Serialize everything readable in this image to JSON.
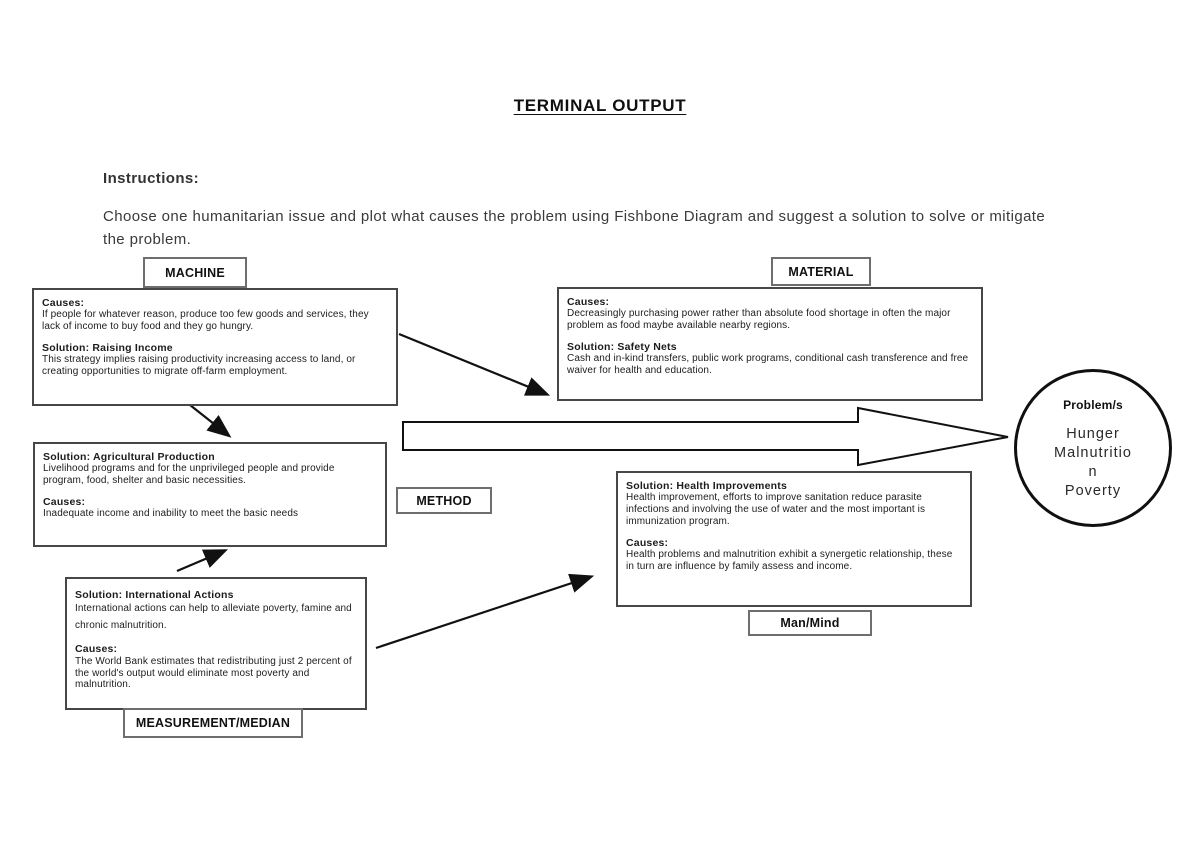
{
  "title": "TERMINAL OUTPUT",
  "instructions": {
    "heading": "Instructions:",
    "body": "Choose one humanitarian issue and plot what causes the problem using Fishbone Diagram and suggest a solution to solve or mitigate the problem."
  },
  "labels": {
    "machine": "MACHINE",
    "material": "MATERIAL",
    "method": "METHOD",
    "man_mind": "Man/Mind",
    "measurement": "MEASUREMENT/MEDIAN"
  },
  "boxes": {
    "machine": {
      "causes_heading": "Causes:",
      "causes_text": "If people for whatever reason, produce too few goods and services, they lack of income to buy food and they go hungry.",
      "solution_heading": "Solution: Raising Income",
      "solution_text": "This strategy implies raising productivity increasing access to land, or creating opportunities to migrate off-farm employment."
    },
    "material": {
      "causes_heading": "Causes:",
      "causes_text": "Decreasingly purchasing power rather than absolute food shortage in often the major problem as food maybe available nearby regions.",
      "solution_heading": "Solution: Safety Nets",
      "solution_text": "Cash and in-kind transfers, public work programs, conditional cash transference and free waiver for health and education."
    },
    "agricultural": {
      "solution_heading": "Solution: Agricultural Production",
      "solution_text": "Livelihood programs and for the unprivileged people and provide program, food, shelter and basic necessities.",
      "causes_heading": "Causes:",
      "causes_text": "Inadequate income and inability to meet the basic needs"
    },
    "health": {
      "solution_heading": "Solution: Health Improvements",
      "solution_text": "Health improvement, efforts to improve sanitation reduce parasite infections and involving the use of water and the most important is immunization program.",
      "causes_heading": "Causes:",
      "causes_text": "Health problems and malnutrition exhibit a synergetic relationship, these in turn are influence by family assess and income."
    },
    "international": {
      "solution_heading": "Solution: International Actions",
      "solution_text": "International actions can help to alleviate poverty, famine and chronic malnutrition.",
      "causes_heading": "Causes:",
      "causes_text": "The World Bank estimates that redistributing just 2 percent of the world's output would eliminate most poverty and malnutrition."
    }
  },
  "problem_circle": {
    "heading": "Problem/s",
    "line1": "Hunger",
    "line2": "Malnutrition",
    "line3": "Poverty"
  },
  "colors": {
    "ink": "#111111",
    "box_border": "#474747",
    "label_border": "#6e6e6e",
    "background": "#ffffff"
  }
}
